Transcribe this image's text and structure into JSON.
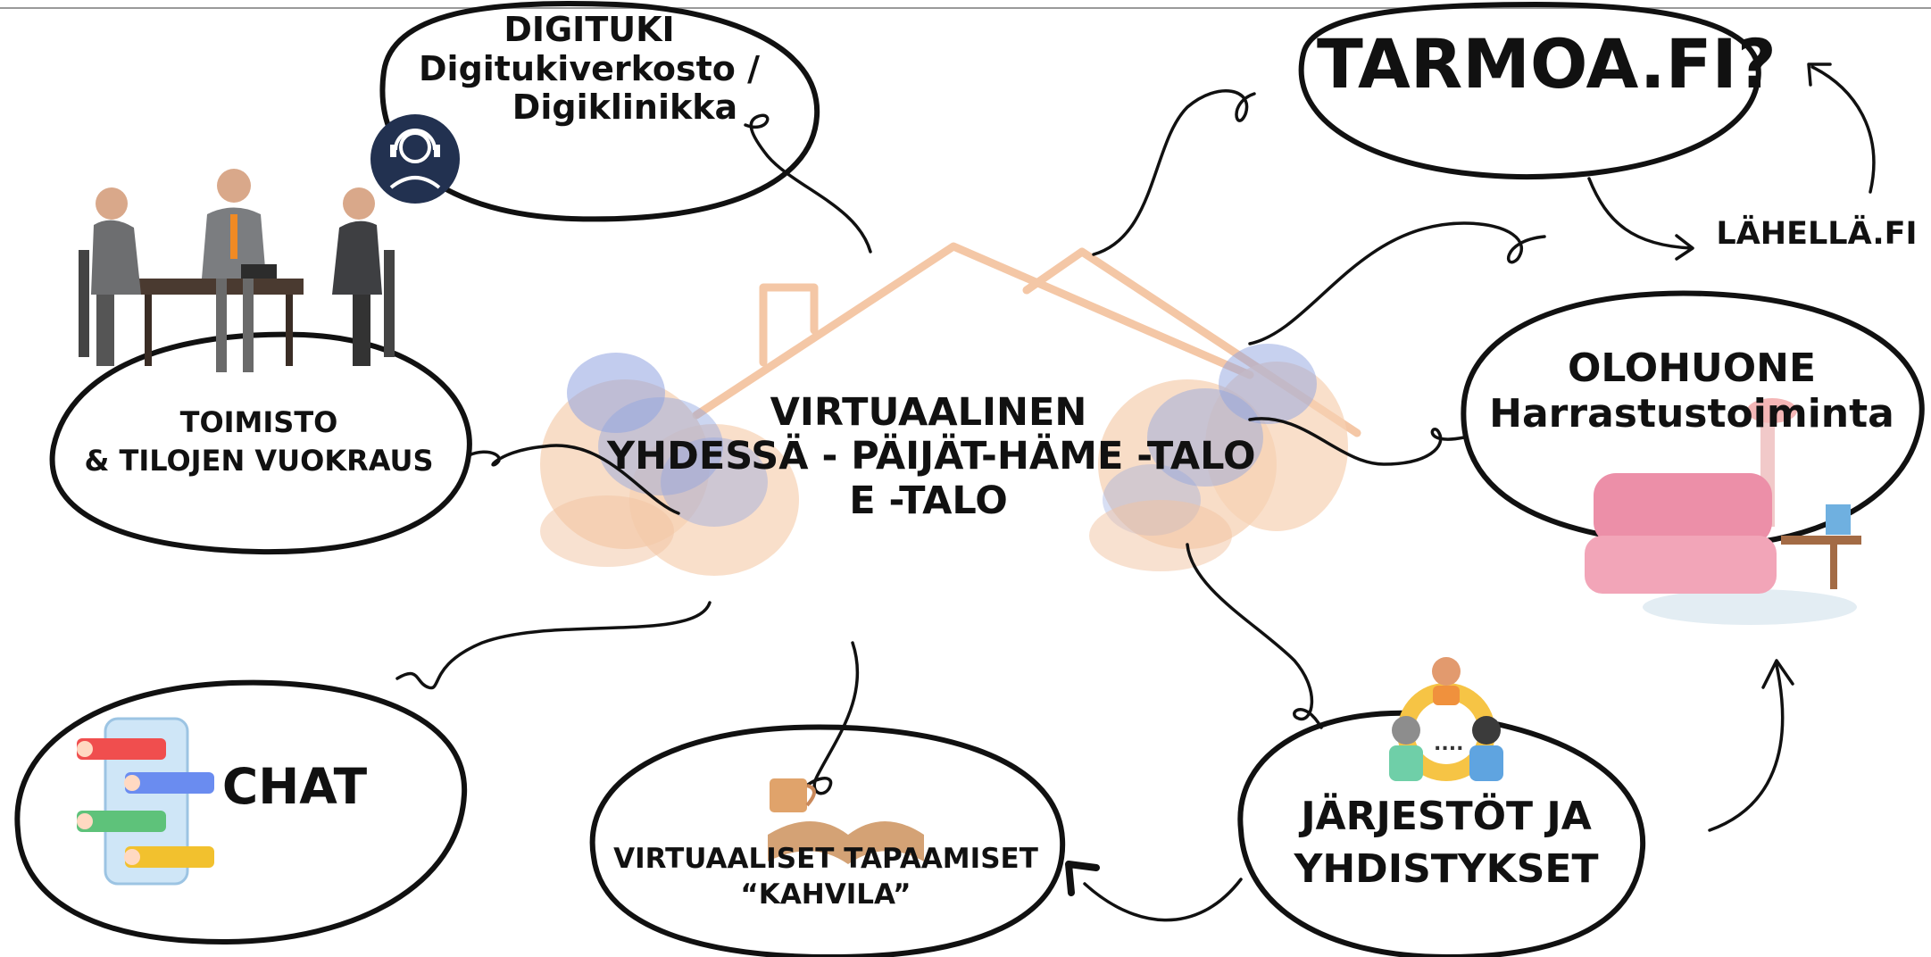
{
  "diagram": {
    "center": {
      "line1": "VIRTUAALINEN",
      "line2": "YHDESSÄ - PÄIJÄT-HÄME -TALO",
      "line3": "E -TALO"
    },
    "digituki": {
      "line1": "DIGITUKI",
      "line2": "Digitukiverkosto /",
      "line3": "Digiklinikka"
    },
    "tarmoa": {
      "label": "TARMOA.FI?"
    },
    "lahella": {
      "label": "LÄHELLÄ.FI"
    },
    "olohuone": {
      "line1": "OLOHUONE",
      "line2": "Harrastustoiminta"
    },
    "toimisto": {
      "line1": "TOIMISTO",
      "line2": "& TILOJEN VUOKRAUS"
    },
    "chat": {
      "label": "CHAT"
    },
    "kahvila": {
      "line1": "VIRTUAALISET TAPAAMISET",
      "line2": "“KAHVILA”"
    },
    "jarjestot": {
      "line1": "JÄRJESTÖT JA",
      "line2": "YHDISTYKSET"
    }
  },
  "colors": {
    "ink": "#111111",
    "roof": "#f4c7a6",
    "cloud_blue": "#8fa3e0",
    "cloud_peach": "#f6d2b4",
    "sofa": "#ec8fa8",
    "headset_circle": "#223150"
  },
  "icons": [
    "people-meeting-icon",
    "headset-support-icon",
    "phone-chat-icon",
    "coffee-book-icon",
    "team-gear-icon",
    "sofa-icon"
  ]
}
